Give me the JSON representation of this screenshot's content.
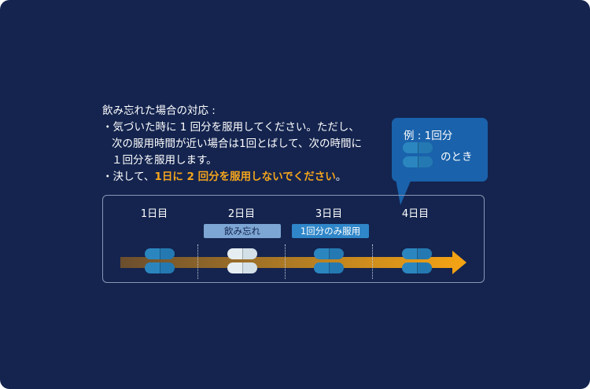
{
  "instructions": {
    "heading": "飲み忘れた場合の対応 :",
    "item1_line1": "・気づいた時に 1 回分を服用してください。ただし、",
    "item1_line2": "次の服用時間が近い場合は1回とばして、次の時間に",
    "item1_line3": "１回分を服用します。",
    "item2_prefix": "・決して、",
    "item2_emphasis": "1日に 2 回分を服用しないでください",
    "item2_suffix": "。"
  },
  "callout": {
    "line1": "例 : 1回分",
    "line2": "のとき"
  },
  "timeline": {
    "days": [
      {
        "label": "1日目",
        "pill_style": "normal"
      },
      {
        "label": "2日目",
        "pill_style": "missed",
        "tag": "飲み忘れ"
      },
      {
        "label": "3日目",
        "pill_style": "normal",
        "tag": "1回分のみ服用"
      },
      {
        "label": "4日目",
        "pill_style": "normal"
      }
    ]
  },
  "colors": {
    "background": "#14244f",
    "emphasis": "#f4a51c",
    "pill_blue": "#2b86c0",
    "pill_light": "#e6eef2",
    "callout_bg": "#1a62ab"
  }
}
